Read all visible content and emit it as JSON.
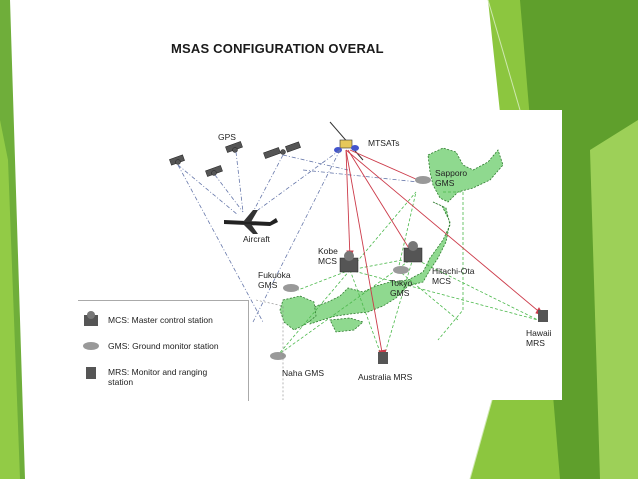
{
  "slide": {
    "title": "MSAS CONFIGURATION OVERAL"
  },
  "diagram": {
    "labels": {
      "gps": "GPS",
      "mtsats": "MTSATs",
      "aircraft": "Aircraft",
      "sapporo_1": "Sapporo",
      "sapporo_2": "GMS",
      "kobe_1": "Kobe",
      "kobe_2": "MCS",
      "fukuoka_1": "Fukuoka",
      "fukuoka_2": "GMS",
      "tokyo_1": "Tokyo",
      "tokyo_2": "GMS",
      "hitachi_1": "Hitachi-Ota",
      "hitachi_2": "MCS",
      "hawaii_1": "Hawaii",
      "hawaii_2": "MRS",
      "naha": "Naha GMS",
      "australia": "Australia MRS"
    },
    "legend": {
      "mcs": "MCS: Master control station",
      "gms": "GMS: Ground monitor station",
      "mrs_1": "MRS: Monitor and ranging",
      "mrs_2": "station"
    }
  },
  "colors": {
    "accent_green": "#8cc63f",
    "dark_green": "#5a9a2a",
    "japan_fill": "#8fd98f",
    "signal_red": "#cc3b4a",
    "link_blue": "#6677aa"
  }
}
